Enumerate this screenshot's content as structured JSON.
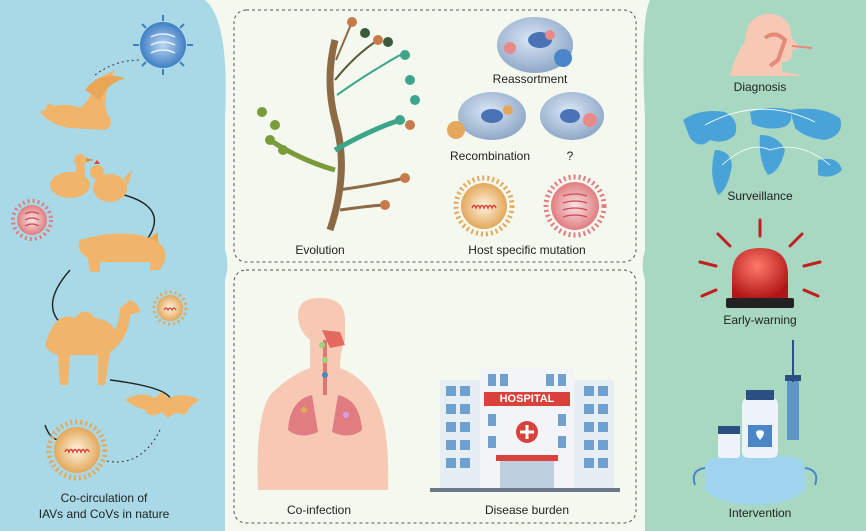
{
  "left_panel": {
    "caption_line1": "Co-circulation of",
    "caption_line2": "IAVs and CoVs in nature"
  },
  "center_top": {
    "evolution": "Evolution",
    "reassortment": "Reassortment",
    "recombination": "Recombination",
    "unknown": "?",
    "host_mutation": "Host specific mutation"
  },
  "center_bottom": {
    "coinfection": "Co-infection",
    "disease_burden": "Disease burden",
    "hospital_sign": "HOSPITAL"
  },
  "right_panel": {
    "diagnosis": "Diagnosis",
    "surveillance": "Surveillance",
    "early_warning": "Early-warning",
    "intervention": "Intervention"
  },
  "colors": {
    "left_bg": "#a9d9e6",
    "right_bg": "#a8d8c2",
    "center_bg": "#f4f8ef",
    "animal": "#f0b46a",
    "iav_virus": "#4a86c8",
    "cov_virus": "#e88a8a",
    "hospital_red": "#d9423a",
    "siren_red": "#d8201e"
  },
  "icons": [
    "virus-icon",
    "goose-icon",
    "duck-icon",
    "chicken-icon",
    "pig-icon",
    "camel-icon",
    "bat-icon",
    "tree-icon",
    "cell-icon",
    "body-lungs-icon",
    "hospital-icon",
    "head-profile-icon",
    "world-map-icon",
    "siren-icon",
    "vaccine-icon",
    "mask-icon"
  ]
}
